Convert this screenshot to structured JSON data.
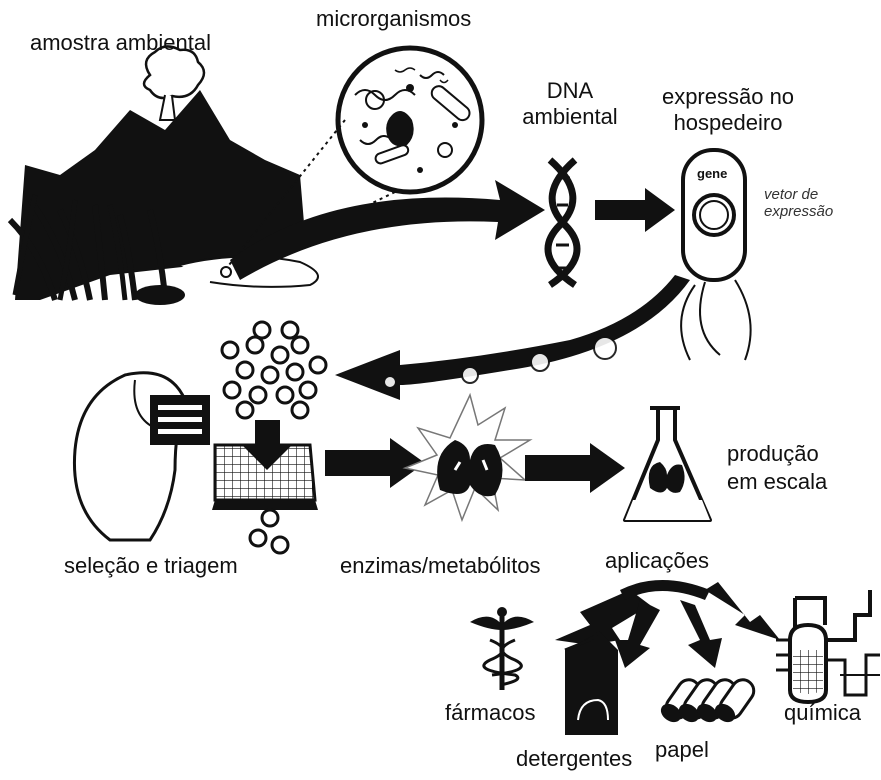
{
  "labels": {
    "amostra_ambiental": "amostra ambiental",
    "microrganismos": "microrganismos",
    "dna_line1": "DNA",
    "dna_line2": "ambiental",
    "expressao_line1": "expressão no",
    "expressao_line2": "hospedeiro",
    "gene": "gene",
    "vetor_line1": "vetor de",
    "vetor_line2": "expressão",
    "selecao": "seleção e triagem",
    "enzimas": "enzimas/metabólitos",
    "producao_line1": "produção",
    "producao_line2": "em escala",
    "aplicacoes": "aplicações",
    "farmacos": "fármacos",
    "detergentes": "detergentes",
    "papel": "papel",
    "quimica": "química"
  },
  "icons": [
    "soil-sample-icon",
    "microorganism-circle-icon",
    "dna-helix-icon",
    "host-cell-icon",
    "researcher-icon",
    "screening-grid-icon",
    "enzyme-icon",
    "flask-icon",
    "caduceus-icon",
    "detergent-box-icon",
    "paper-rolls-icon",
    "chemical-reactor-icon"
  ],
  "colors": {
    "ink": "#111111",
    "paper": "#ffffff"
  }
}
